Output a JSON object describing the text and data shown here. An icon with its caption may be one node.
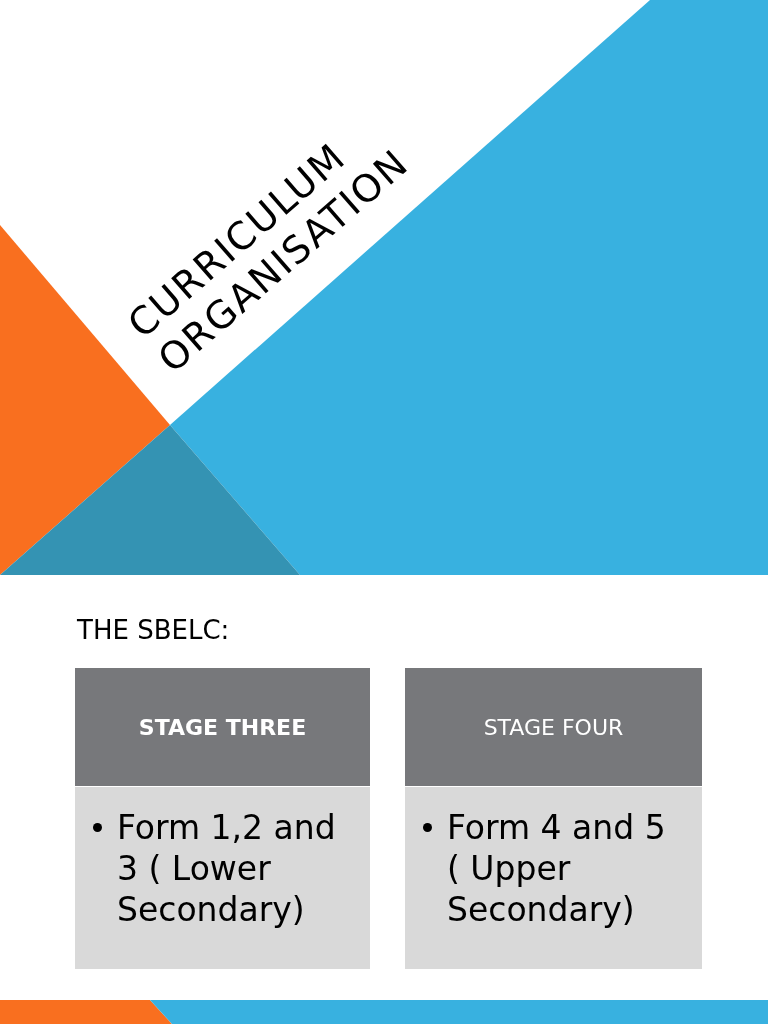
{
  "diagram": {
    "title": "CURRICULUM ORGANISATION",
    "nodes": [
      {
        "text": [
          "STAGE THREE"
        ]
      },
      {
        "text": [
          "Form 1,2 and 3 ( Lower Secondary)"
        ]
      },
      {
        "text": [
          "STAGE FOUR"
        ]
      },
      {
        "text": [
          "Form 4 and 5 ( Upper Secondary)"
        ]
      }
    ],
    "edges": [],
    "labels": [
      "THE SBELC:"
    ]
  }
}
